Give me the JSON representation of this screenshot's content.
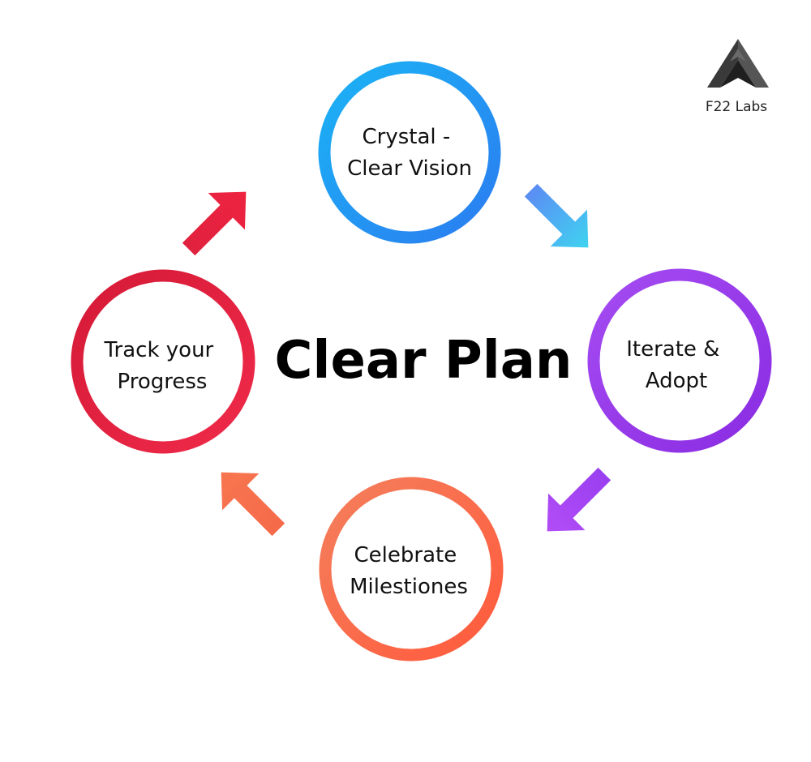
{
  "title": "Clear Plan",
  "brand": {
    "name": "F22 Labs",
    "logo_icon": "mountain-peak-icon"
  },
  "nodes": [
    {
      "id": "vision",
      "lines": [
        "Crystal -",
        "Clear Vision"
      ],
      "color_start": "#1bb3f5",
      "color_end": "#2b7cf0"
    },
    {
      "id": "iterate",
      "lines": [
        "Iterate &",
        "Adopt"
      ],
      "color_start": "#a54cf2",
      "color_end": "#8a2be2"
    },
    {
      "id": "milestones",
      "lines": [
        "Celebrate",
        "Milestiones"
      ],
      "color_start": "#f47f5c",
      "color_end": "#ff5a3c"
    },
    {
      "id": "progress",
      "lines": [
        "Track your",
        "Progress"
      ],
      "color_start": "#d41a36",
      "color_end": "#f02a4a"
    }
  ],
  "arrows": [
    {
      "from": "vision",
      "to": "iterate",
      "icon": "arrow-down-right-icon",
      "color_start": "#5b8df3",
      "color_end": "#3fd3f0"
    },
    {
      "from": "iterate",
      "to": "milestones",
      "icon": "arrow-down-left-icon",
      "color_start": "#9a3ff0",
      "color_end": "#b24df7"
    },
    {
      "from": "milestones",
      "to": "progress",
      "icon": "arrow-up-left-icon",
      "color_start": "#f56a4a",
      "color_end": "#f7764f"
    },
    {
      "from": "progress",
      "to": "vision",
      "icon": "arrow-up-right-icon",
      "color_start": "#e0223f",
      "color_end": "#ee2340"
    }
  ]
}
